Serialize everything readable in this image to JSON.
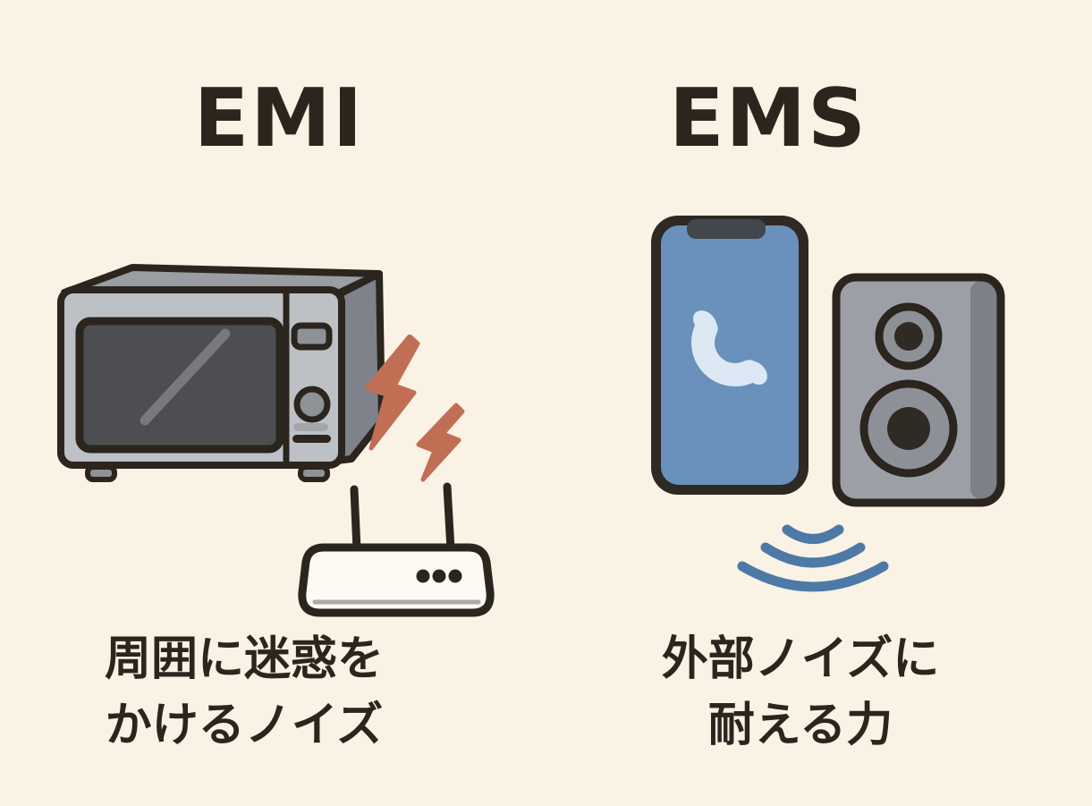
{
  "illustration": {
    "background_color": "#faf2e4",
    "ink_color": "#2b251e",
    "bolt_color": "#c06f55",
    "wave_color": "#4d79a7",
    "phone_screen_color": "#6a90bc",
    "phone_handset_color": "#dce9f4",
    "device_gray": "#9ca0a6",
    "router_body_color": "#fdfaf4"
  },
  "left_panel": {
    "title": "EMI",
    "caption": {
      "line1": "周囲に迷惑を",
      "line2": "かけるノイズ"
    },
    "icons": [
      {
        "name": "microwave-oven-icon",
        "meaning": "noise source appliance"
      },
      {
        "name": "lightning-bolts-icon",
        "meaning": "emitted interference"
      },
      {
        "name": "wifi-router-icon",
        "meaning": "disturbed device"
      }
    ]
  },
  "right_panel": {
    "title": "EMS",
    "caption": {
      "line1": "外部ノイズに",
      "line2": "耐える力"
    },
    "icons": [
      {
        "name": "smartphone-icon",
        "meaning": "immune device"
      },
      {
        "name": "phone-call-icon",
        "meaning": "call app on screen"
      },
      {
        "name": "speaker-icon",
        "meaning": "immune device"
      },
      {
        "name": "radio-waves-icon",
        "meaning": "incoming external noise"
      }
    ]
  }
}
